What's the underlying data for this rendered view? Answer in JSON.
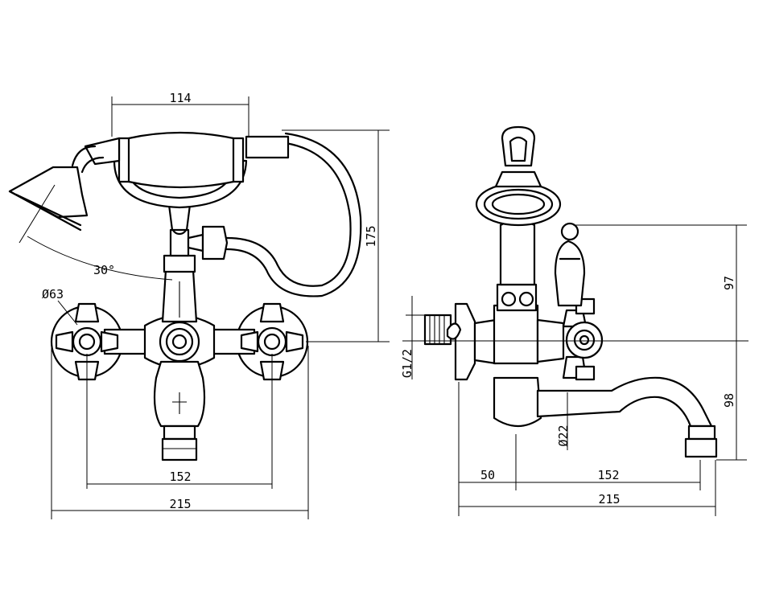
{
  "dimensions": {
    "handset_width": "114",
    "height_to_handset_top": "175",
    "angle": "30°",
    "handle_diameter": "Ø63",
    "centers_front": "152",
    "overall_width_front": "215",
    "valve_to_handle_top": "97",
    "valve_to_spout_bottom": "98",
    "inlet_thread": "G1/2",
    "spout_diameter": "Ø22",
    "wall_offset": "50",
    "spout_reach": "152",
    "overall_depth": "215"
  }
}
